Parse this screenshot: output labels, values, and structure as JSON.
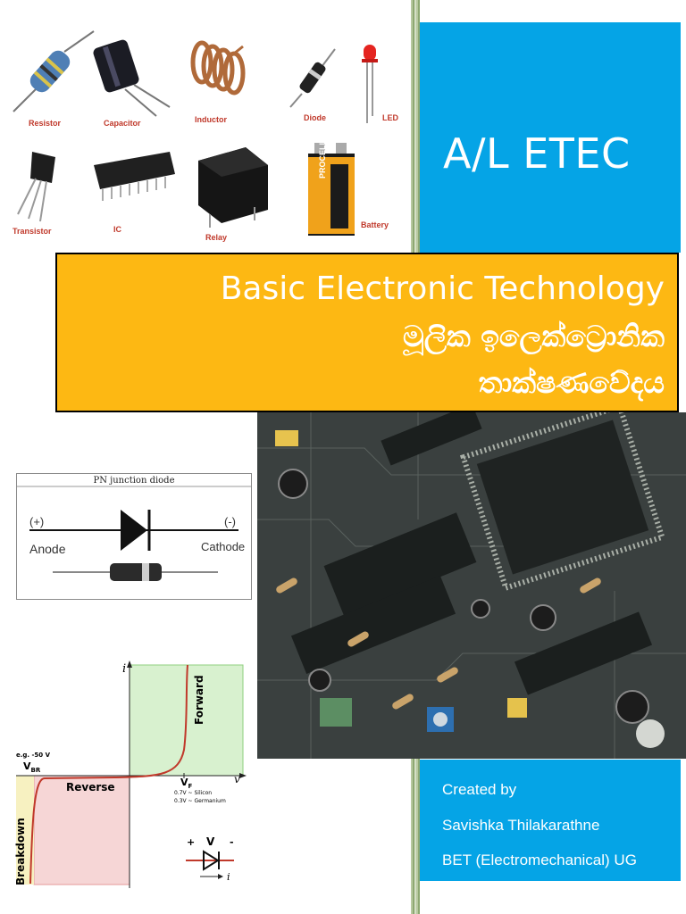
{
  "components": {
    "labels": [
      "Resistor",
      "Capacitor",
      "Inductor",
      "Diode",
      "LED",
      "Transistor",
      "IC",
      "Relay",
      "Battery"
    ],
    "battery_brand": "PROCELL"
  },
  "title_panel": {
    "title": "A/L ETEC",
    "color": "#05a4e6"
  },
  "banner": {
    "english": "Basic Electronic Technology",
    "sinhala_line1": "මූලික ඉලෙක්ට්‍රොනික",
    "sinhala_line2": "තාක්ෂණවේදය",
    "color": "#fdb813"
  },
  "diode": {
    "title": "PN junction diode",
    "plus": "(+)",
    "minus": "(-)",
    "anode": "Anode",
    "cathode": "Cathode"
  },
  "iv_graph": {
    "i_axis": "i",
    "v_axis": "v",
    "breakdown_example": "e.g. -50 V",
    "vbr": "V",
    "vbr_sub": "BR",
    "vf": "V",
    "vf_sub": "F",
    "reverse": "Reverse",
    "forward": "Forward",
    "breakdown": "Breakdown",
    "silicon": "0.7V ~ Silicon",
    "germanium": "0.3V ~ Germanium",
    "sym_plus": "+",
    "sym_v": "V",
    "sym_minus": "-",
    "sym_i": "i"
  },
  "credits": {
    "line1": "Created by",
    "line2": "Savishka Thilakarathne",
    "line3": "BET (Electromechanical) UG"
  }
}
